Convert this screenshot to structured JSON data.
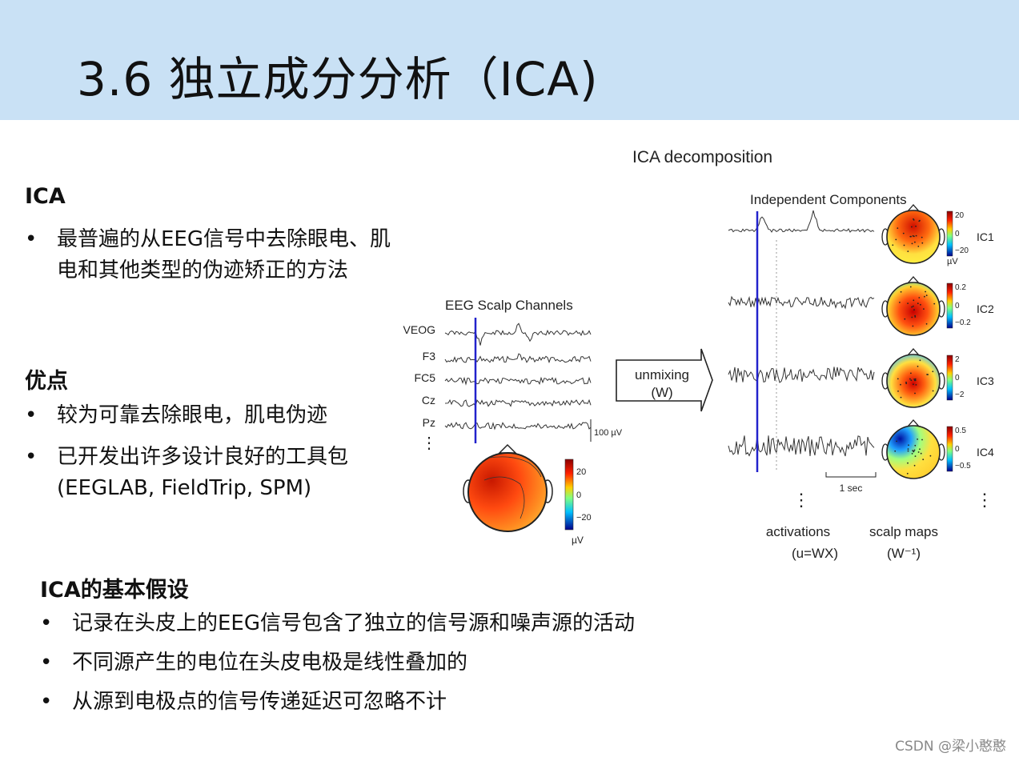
{
  "title": "3.6 独立成分分析（ICA)",
  "ica": {
    "heading": "ICA",
    "bullets": [
      "最普遍的从EEG信号中去除眼电、肌电和其他类型的伪迹矫正的方法"
    ]
  },
  "pros": {
    "heading": "优点",
    "bullets": [
      "较为可靠去除眼电，肌电伪迹",
      "已开发出许多设计良好的工具包(EEGLAB, FieldTrip, SPM)"
    ]
  },
  "assumptions": {
    "heading": "ICA的基本假设",
    "bullets": [
      "记录在头皮上的EEG信号包含了独立的信号源和噪声源的活动",
      "不同源产生的电位在头皮电极是线性叠加的",
      "从源到电极点的信号传递延迟可忽略不计"
    ]
  },
  "figure": {
    "title": "ICA decomposition",
    "eeg_title": "EEG Scalp Channels",
    "channels": [
      "VEOG",
      "F3",
      "FC5",
      "Cz",
      "Pz"
    ],
    "channel_scale": "100 µV",
    "eeg_colorbar": {
      "max": "20",
      "mid": "0",
      "min": "−20",
      "unit": "µV"
    },
    "unmixing": {
      "line1": "unmixing",
      "line2": "(W)"
    },
    "ic_title": "Independent Components",
    "components": [
      {
        "label": "IC1",
        "max": "20",
        "mid": "0",
        "min": "−20",
        "unit": "µV"
      },
      {
        "label": "IC2",
        "max": "0.2",
        "mid": "0",
        "min": "−0.2",
        "unit": ""
      },
      {
        "label": "IC3",
        "max": "2",
        "mid": "0",
        "min": "−2",
        "unit": ""
      },
      {
        "label": "IC4",
        "max": "0.5",
        "mid": "0",
        "min": "−0.5",
        "unit": ""
      }
    ],
    "time_scale": "1 sec",
    "activations": {
      "line1": "activations",
      "line2": "(u=WX)"
    },
    "scalp_maps": {
      "line1": "scalp maps",
      "line2": "(W⁻¹)"
    }
  },
  "watermark": "CSDN @梁小憨憨"
}
